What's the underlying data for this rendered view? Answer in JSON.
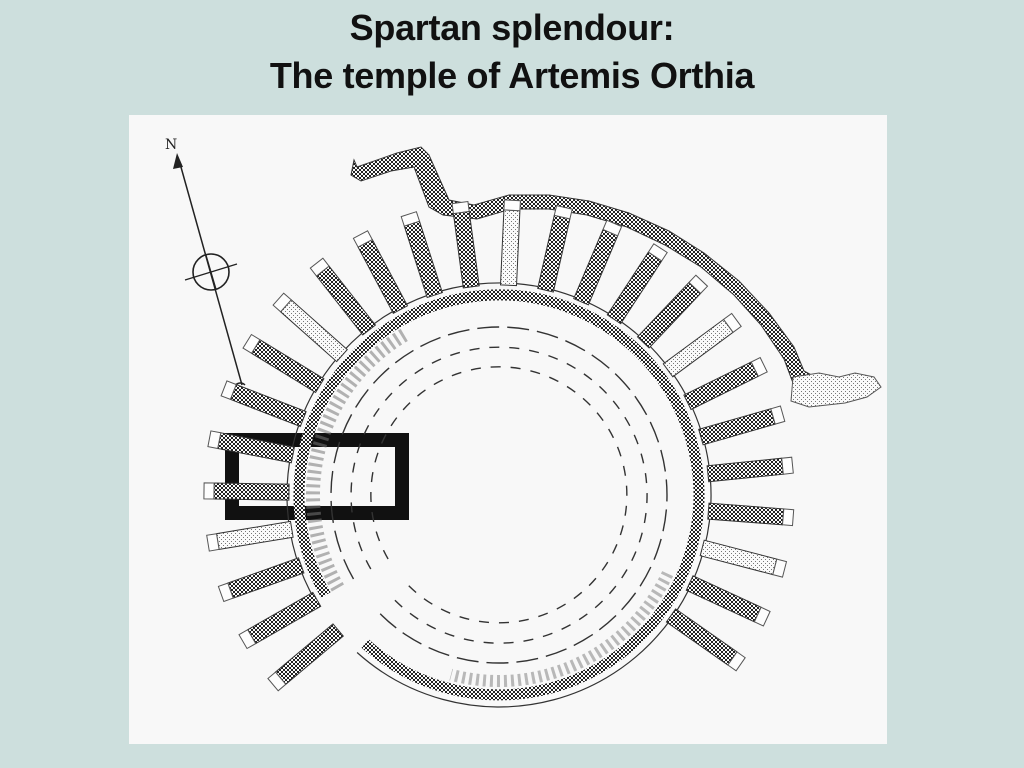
{
  "slide": {
    "title_line1": "Spartan splendour:",
    "title_line2": "The temple of Artemis Orthia"
  },
  "image": {
    "compass_letter": "N",
    "colors": {
      "background": "#cddfdd",
      "paper": "#f8f8f8",
      "ink": "#111111"
    }
  }
}
